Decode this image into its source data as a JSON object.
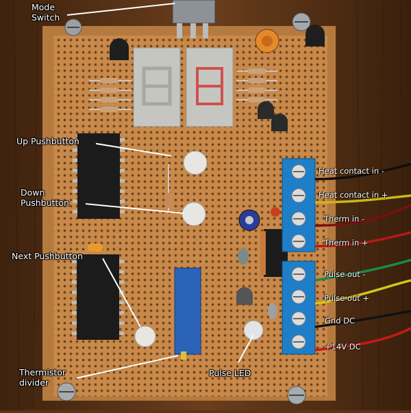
{
  "labels": {
    "mode_switch": "Mode\nSwitch",
    "up_pushbutton": "Up Pushbutton",
    "down_pushbutton": "Down\nPushbutton",
    "next_pushbutton": "Next Pushbutton",
    "thermistor_divider": "Thermistor\ndivider",
    "pulse_led": "Pulse LED"
  },
  "terminals": [
    "Heat contact in -",
    "Heat contact in +",
    "Therm in -",
    "Therm in +",
    "Pulse out -",
    "Pulse out +",
    "Gnd DC",
    "+14V DC"
  ],
  "colors": {
    "wood": "#5a3418",
    "board": "#c98a4a",
    "terminal_block": "#1e7fc8",
    "display": "#c9c9c4"
  }
}
